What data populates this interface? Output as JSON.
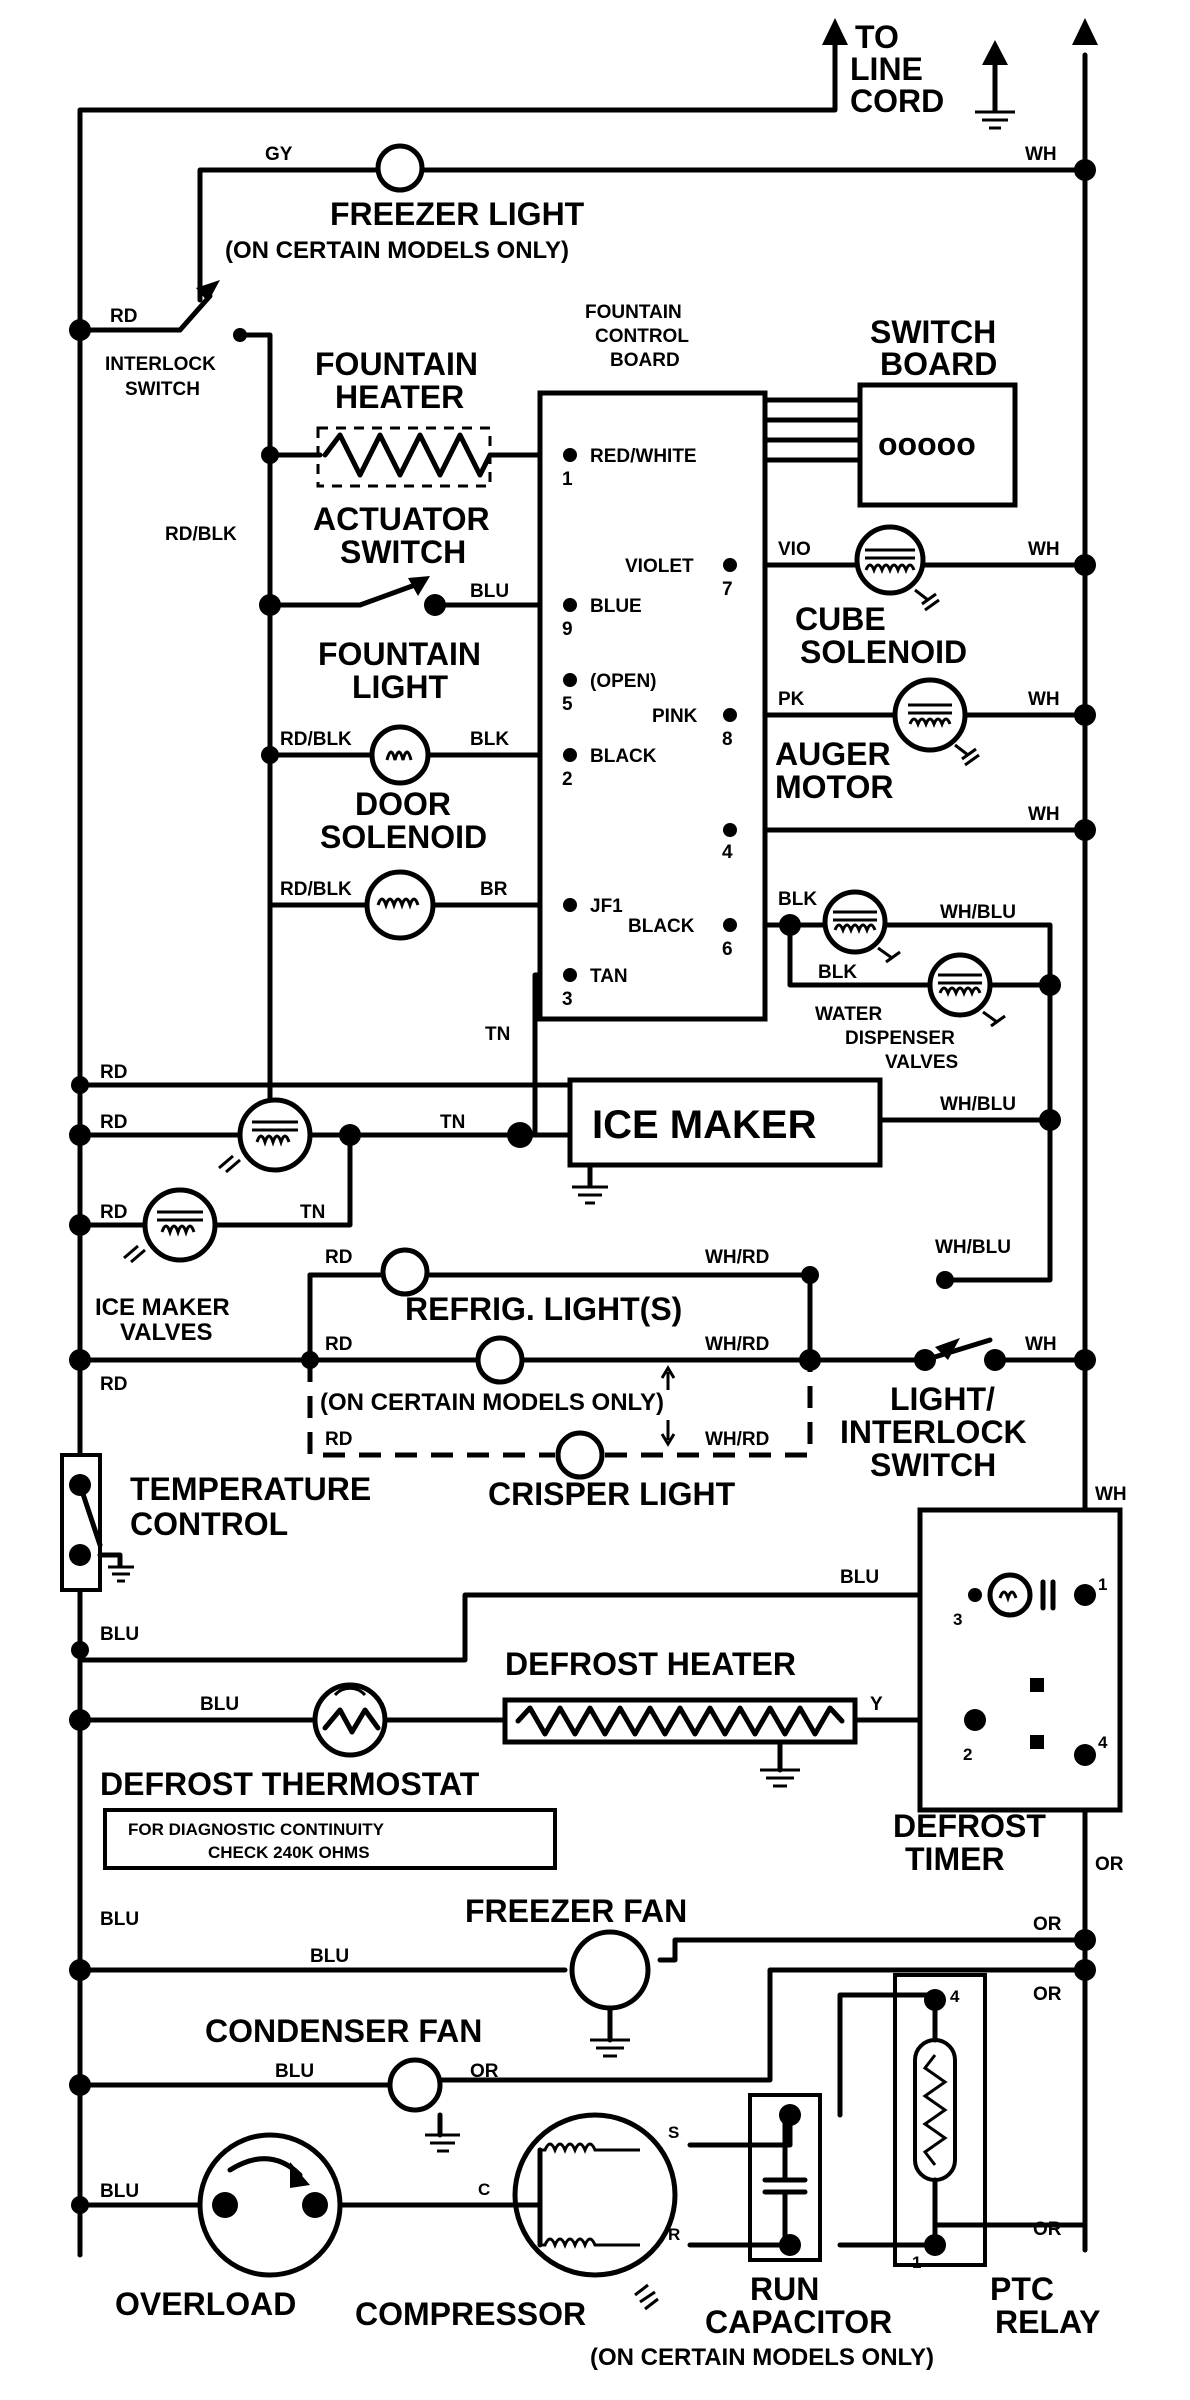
{
  "labels": {
    "to_line_cord_1": "TO",
    "to_line_cord_2": "LINE",
    "to_line_cord_3": "CORD",
    "freezer_light": "FREEZER LIGHT",
    "freezer_light_note": "(ON CERTAIN MODELS ONLY)",
    "interlock_switch_1": "INTERLOCK",
    "interlock_switch_2": "SWITCH",
    "fountain_heater_1": "FOUNTAIN",
    "fountain_heater_2": "HEATER",
    "actuator_switch_1": "ACTUATOR",
    "actuator_switch_2": "SWITCH",
    "fountain_light_1": "FOUNTAIN",
    "fountain_light_2": "LIGHT",
    "door_solenoid_1": "DOOR",
    "door_solenoid_2": "SOLENOID",
    "fountain_board_1": "FOUNTAIN",
    "fountain_board_2": "CONTROL",
    "fountain_board_3": "BOARD",
    "switch_board_1": "SWITCH",
    "switch_board_2": "BOARD",
    "switch_board_symbol": "ooooo",
    "cube_solenoid_1": "CUBE",
    "cube_solenoid_2": "SOLENOID",
    "auger_motor_1": "AUGER",
    "auger_motor_2": "MOTOR",
    "water_valves_1": "WATER",
    "water_valves_2": "DISPENSER",
    "water_valves_3": "VALVES",
    "ice_maker": "ICE MAKER",
    "ice_maker_valves_1": "ICE MAKER",
    "ice_maker_valves_2": "VALVES",
    "refrig_lights": "REFRIG. LIGHT(S)",
    "refrig_lights_note": "(ON CERTAIN MODELS ONLY)",
    "crisper_light": "CRISPER LIGHT",
    "light_interlock_1": "LIGHT/",
    "light_interlock_2": "INTERLOCK",
    "light_interlock_3": "SWITCH",
    "temp_control_1": "TEMPERATURE",
    "temp_control_2": "CONTROL",
    "defrost_heater": "DEFROST HEATER",
    "defrost_thermostat": "DEFROST THERMOSTAT",
    "diag_note_1": "FOR DIAGNOSTIC CONTINUITY",
    "diag_note_2": "CHECK 240K OHMS",
    "defrost_timer_1": "DEFROST",
    "defrost_timer_2": "TIMER",
    "freezer_fan": "FREEZER FAN",
    "condenser_fan": "CONDENSER FAN",
    "overload": "OVERLOAD",
    "compressor": "COMPRESSOR",
    "run_capacitor_1": "RUN",
    "run_capacitor_2": "CAPACITOR",
    "run_capacitor_note": "(ON CERTAIN MODELS ONLY)",
    "ptc_relay_1": "PTC",
    "ptc_relay_2": "RELAY"
  },
  "board_pins": {
    "red_white": "RED/WHITE",
    "pin1": "1",
    "violet": "VIOLET",
    "pin7": "7",
    "blue": "BLUE",
    "pin9": "9",
    "open": "(OPEN)",
    "pin5": "5",
    "pink": "PINK",
    "pin8": "8",
    "black2": "BLACK",
    "pin2": "2",
    "pin4": "4",
    "jf1": "JF1",
    "black6": "BLACK",
    "pin6": "6",
    "tan": "TAN",
    "pin3": "3"
  },
  "wire_colors": {
    "gy": "GY",
    "wh": "WH",
    "rd": "RD",
    "rd_blk": "RD/BLK",
    "blu": "BLU",
    "blk": "BLK",
    "br": "BR",
    "vio": "VIO",
    "pk": "PK",
    "tn": "TN",
    "wh_blu": "WH/BLU",
    "wh_rd": "WH/RD",
    "y": "Y",
    "or": "OR"
  },
  "terminals": {
    "timer_1": "1",
    "timer_2": "2",
    "timer_3": "3",
    "timer_4": "4",
    "comp_c": "C",
    "comp_s": "S",
    "comp_r": "R",
    "ptc_1": "1",
    "ptc_4": "4"
  }
}
